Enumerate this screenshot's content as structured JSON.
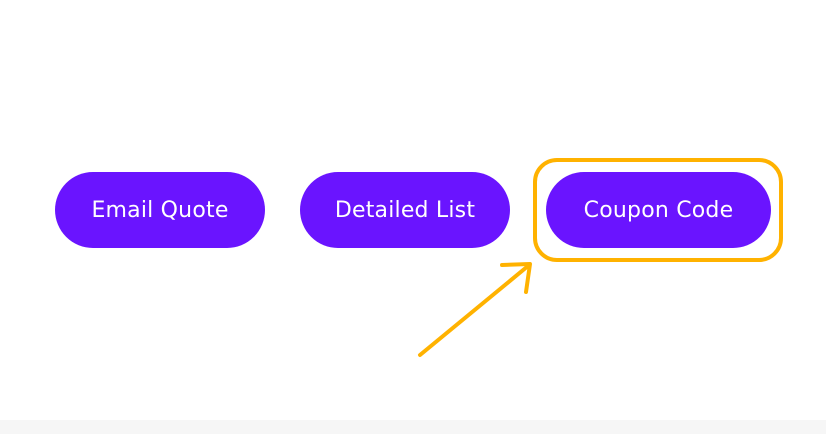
{
  "buttons": {
    "email_quote": "Email Quote",
    "detailed_list": "Detailed List",
    "coupon_code": "Coupon Code"
  },
  "colors": {
    "button_bg": "#6a14ff",
    "button_text": "#ffffff",
    "highlight": "#ffb200",
    "background": "#ffffff"
  },
  "annotation": {
    "highlighted_target": "coupon-code-button",
    "arrow_icon": "arrow-up-right-icon"
  }
}
